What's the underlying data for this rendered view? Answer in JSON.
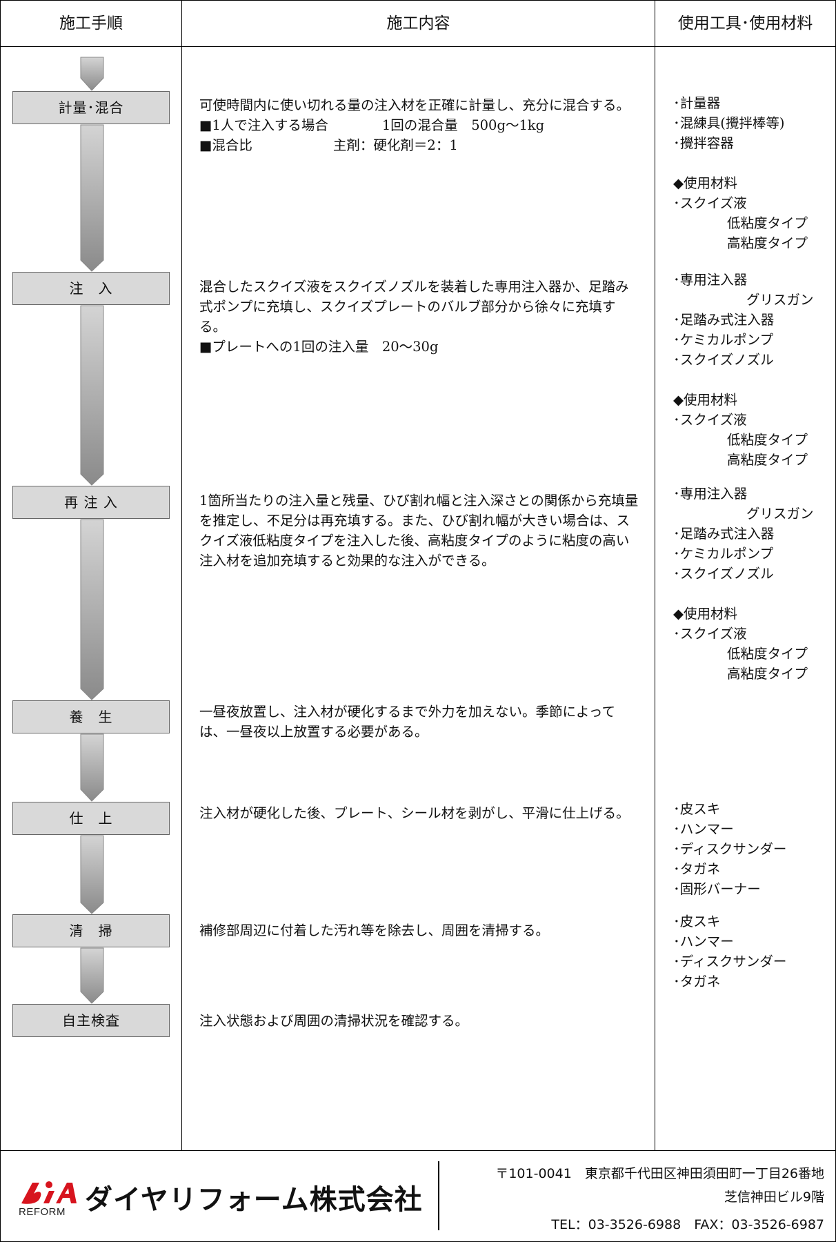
{
  "header": {
    "col1": "施工手順",
    "col2": "施工内容",
    "col3": "使用工具･使用材料"
  },
  "steps": [
    {
      "label": "計量･混合",
      "desc": [
        "可使時間内に使い切れる量の注入材を正確に計量し、充分に混合する。",
        "■1人で注入する場合　　　　1回の混合量　500g～1kg",
        "■混合比　　　　　　主剤：硬化剤＝2：1"
      ],
      "tools": [
        "･計量器",
        "･混練具(攪拌棒等)",
        "･攪拌容器",
        "",
        "◆使用材料",
        "･スクイズ液",
        "低粘度タイプ",
        "高粘度タイプ"
      ]
    },
    {
      "label": "注　入",
      "desc": [
        "混合したスクイズ液をスクイズノズルを装着した専用注入器か、足踏み式ポンプに充填し、スクイズプレートのバルブ部分から徐々に充填する。",
        "■プレートへの1回の注入量　20～30g"
      ],
      "tools": [
        "･専用注入器",
        "グリスガン",
        "･足踏み式注入器",
        "･ケミカルポンプ",
        "･スクイズノズル",
        "",
        "◆使用材料",
        "･スクイズ液",
        "低粘度タイプ",
        "高粘度タイプ"
      ]
    },
    {
      "label": "再 注 入",
      "desc": [
        "1箇所当たりの注入量と残量、ひび割れ幅と注入深さとの関係から充填量を推定し、不足分は再充填する。また、ひび割れ幅が大きい場合は、スクイズ液低粘度タイプを注入した後、高粘度タイプのように粘度の高い注入材を追加充填すると効果的な注入ができる。"
      ],
      "tools": [
        "･専用注入器",
        "グリスガン",
        "･足踏み式注入器",
        "･ケミカルポンプ",
        "･スクイズノズル",
        "",
        "◆使用材料",
        "･スクイズ液",
        "低粘度タイプ",
        "高粘度タイプ"
      ]
    },
    {
      "label": "養　生",
      "desc": [
        "一昼夜放置し、注入材が硬化するまで外力を加えない。季節によっては、一昼夜以上放置する必要がある。"
      ],
      "tools": []
    },
    {
      "label": "仕　上",
      "desc": [
        "注入材が硬化した後、プレート、シール材を剥がし、平滑に仕上げる。"
      ],
      "tools": [
        "･皮スキ",
        "･ハンマー",
        "･ディスクサンダー",
        "･タガネ",
        "･固形バーナー"
      ]
    },
    {
      "label": "清　掃",
      "desc": [
        "補修部周辺に付着した汚れ等を除去し、周囲を清掃する。"
      ],
      "tools": [
        "･皮スキ",
        "･ハンマー",
        "･ディスクサンダー",
        "･タガネ"
      ]
    },
    {
      "label": "自主検査",
      "desc": [
        "注入状態および周囲の清掃状況を確認する。"
      ],
      "tools": []
    }
  ],
  "footer": {
    "logo_sub": "REFORM",
    "company": "ダイヤリフォーム株式会社",
    "address1": "〒101-0041　東京都千代田区神田須田町一丁目26番地",
    "address2": "芝信神田ビル9階",
    "tel": "TEL：03-3526-6988　FAX：03-3526-6987"
  },
  "colors": {
    "box_fill": "#d9d9d9",
    "arrow_light": "#d0d0d0",
    "arrow_dark": "#8a8a8a",
    "logo_red": "#d7141e"
  }
}
